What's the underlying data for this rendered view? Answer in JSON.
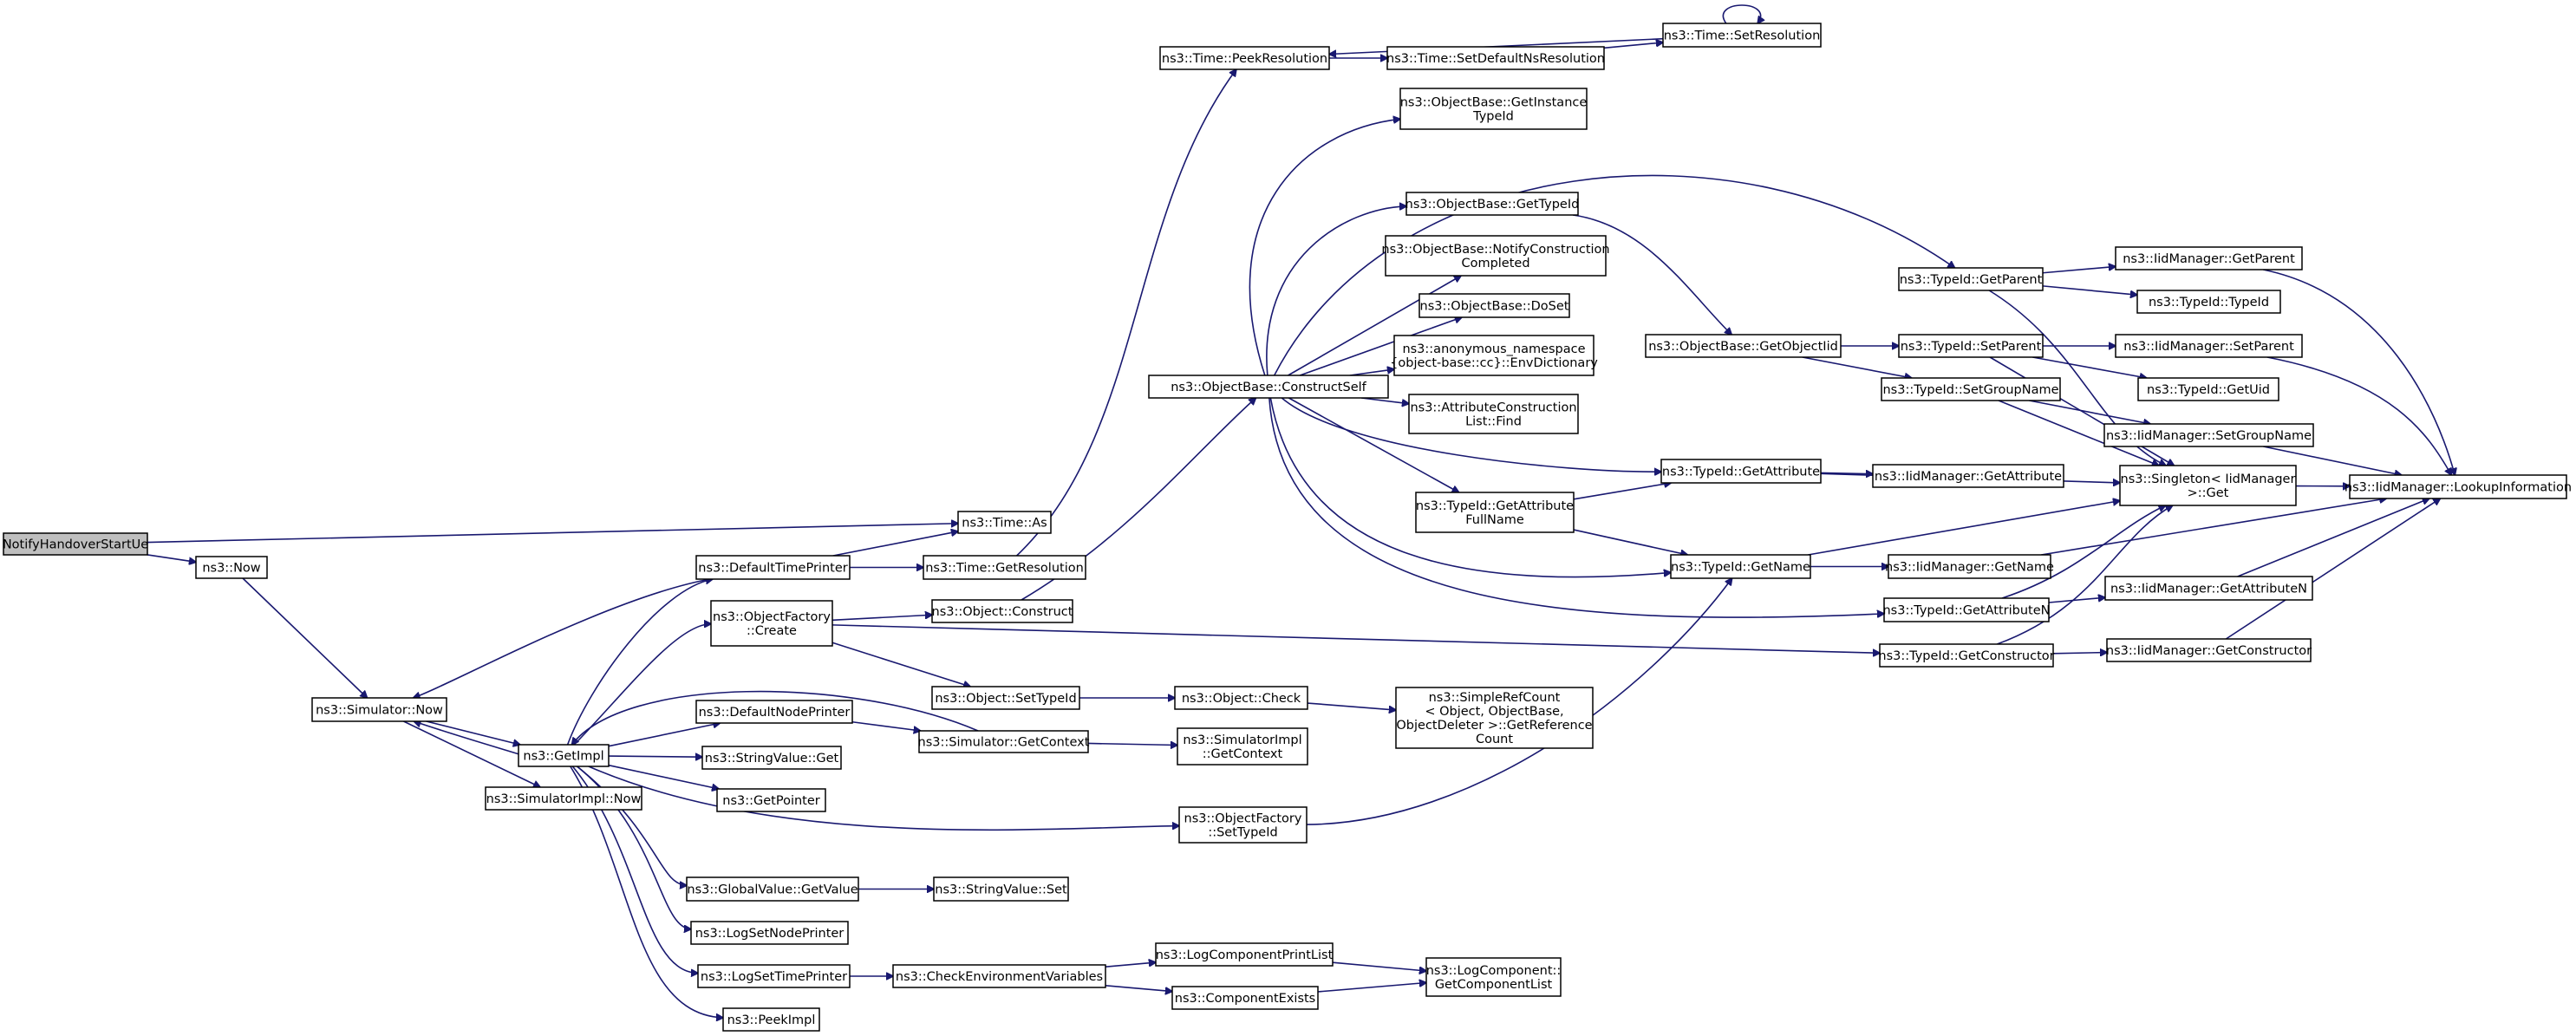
{
  "graph": {
    "title": "",
    "colors": {
      "edge": "#191970",
      "node_border": "#000000",
      "root_fill": "#bfbfbf",
      "node_fill": "#ffffff"
    },
    "nodes": [
      {
        "id": "root",
        "lines": [
          "NotifyHandoverStartUe"
        ],
        "root": true
      },
      {
        "id": "now",
        "lines": [
          "ns3::Now"
        ]
      },
      {
        "id": "timeAs",
        "lines": [
          "ns3::Time::As"
        ]
      },
      {
        "id": "simNow",
        "lines": [
          "ns3::Simulator::Now"
        ]
      },
      {
        "id": "getImpl",
        "lines": [
          "ns3::GetImpl"
        ]
      },
      {
        "id": "simImplNow",
        "lines": [
          "ns3::SimulatorImpl::Now"
        ]
      },
      {
        "id": "defTimePrinter",
        "lines": [
          "ns3::DefaultTimePrinter"
        ]
      },
      {
        "id": "timeGetRes",
        "lines": [
          "ns3::Time::GetResolution"
        ]
      },
      {
        "id": "peekRes",
        "lines": [
          "ns3::Time::PeekResolution"
        ]
      },
      {
        "id": "setDefNs",
        "lines": [
          "ns3::Time::SetDefaultNsResolution"
        ]
      },
      {
        "id": "setRes",
        "lines": [
          "ns3::Time::SetResolution"
        ]
      },
      {
        "id": "objFactCreate",
        "lines": [
          "ns3::ObjectFactory",
          "::Create"
        ]
      },
      {
        "id": "objConstruct",
        "lines": [
          "ns3::Object::Construct"
        ]
      },
      {
        "id": "objSetTypeId",
        "lines": [
          "ns3::Object::SetTypeId"
        ]
      },
      {
        "id": "objCheck",
        "lines": [
          "ns3::Object::Check"
        ]
      },
      {
        "id": "simpleRef",
        "lines": [
          "ns3::SimpleRefCount",
          "< Object, ObjectBase,",
          "ObjectDeleter >::GetReference",
          "Count"
        ]
      },
      {
        "id": "defNodePrinter",
        "lines": [
          "ns3::DefaultNodePrinter"
        ]
      },
      {
        "id": "simGetContext",
        "lines": [
          "ns3::Simulator::GetContext"
        ]
      },
      {
        "id": "simImplGetContext",
        "lines": [
          "ns3::SimulatorImpl",
          "::GetContext"
        ]
      },
      {
        "id": "strValGet",
        "lines": [
          "ns3::StringValue::Get"
        ]
      },
      {
        "id": "getPointer",
        "lines": [
          "ns3::GetPointer"
        ]
      },
      {
        "id": "objFactSetTypeId",
        "lines": [
          "ns3::ObjectFactory",
          "::SetTypeId"
        ]
      },
      {
        "id": "gvGetValue",
        "lines": [
          "ns3::GlobalValue::GetValue"
        ]
      },
      {
        "id": "strValSet",
        "lines": [
          "ns3::StringValue::Set"
        ]
      },
      {
        "id": "logSetNode",
        "lines": [
          "ns3::LogSetNodePrinter"
        ]
      },
      {
        "id": "logSetTime",
        "lines": [
          "ns3::LogSetTimePrinter"
        ]
      },
      {
        "id": "checkEnv",
        "lines": [
          "ns3::CheckEnvironmentVariables"
        ]
      },
      {
        "id": "logCompPrint",
        "lines": [
          "ns3::LogComponentPrintList"
        ]
      },
      {
        "id": "compExists",
        "lines": [
          "ns3::ComponentExists"
        ]
      },
      {
        "id": "logCompGetList",
        "lines": [
          "ns3::LogComponent::",
          "GetComponentList"
        ]
      },
      {
        "id": "peekImpl",
        "lines": [
          "ns3::PeekImpl"
        ]
      },
      {
        "id": "constructSelf",
        "lines": [
          "ns3::ObjectBase::ConstructSelf"
        ]
      },
      {
        "id": "getInstTid",
        "lines": [
          "ns3::ObjectBase::GetInstance",
          "TypeId"
        ]
      },
      {
        "id": "obGetTypeId",
        "lines": [
          "ns3::ObjectBase::GetTypeId"
        ]
      },
      {
        "id": "notifyConst",
        "lines": [
          "ns3::ObjectBase::NotifyConstruction",
          "Completed"
        ]
      },
      {
        "id": "doSet",
        "lines": [
          "ns3::ObjectBase::DoSet"
        ]
      },
      {
        "id": "envDict",
        "lines": [
          "ns3::anonymous_namespace",
          "{object-base::cc}::EnvDictionary"
        ]
      },
      {
        "id": "attrConstFind",
        "lines": [
          "ns3::AttributeConstruction",
          "List::Find"
        ]
      },
      {
        "id": "getAttrFullName",
        "lines": [
          "ns3::TypeId::GetAttribute",
          "FullName"
        ]
      },
      {
        "id": "obGetObjectIid",
        "lines": [
          "ns3::ObjectBase::GetObjectIid"
        ]
      },
      {
        "id": "tidGetParent",
        "lines": [
          "ns3::TypeId::GetParent"
        ]
      },
      {
        "id": "tidSetParent",
        "lines": [
          "ns3::TypeId::SetParent"
        ]
      },
      {
        "id": "tidSetGroupName",
        "lines": [
          "ns3::TypeId::SetGroupName"
        ]
      },
      {
        "id": "tidGetAttribute",
        "lines": [
          "ns3::TypeId::GetAttribute"
        ]
      },
      {
        "id": "tidGetName",
        "lines": [
          "ns3::TypeId::GetName"
        ]
      },
      {
        "id": "tidGetAttributeN",
        "lines": [
          "ns3::TypeId::GetAttributeN"
        ]
      },
      {
        "id": "tidGetConstructor",
        "lines": [
          "ns3::TypeId::GetConstructor"
        ]
      },
      {
        "id": "iidGetParent",
        "lines": [
          "ns3::IidManager::GetParent"
        ]
      },
      {
        "id": "tidTypeId",
        "lines": [
          "ns3::TypeId::TypeId"
        ]
      },
      {
        "id": "iidSetParent",
        "lines": [
          "ns3::IidManager::SetParent"
        ]
      },
      {
        "id": "tidGetUid",
        "lines": [
          "ns3::TypeId::GetUid"
        ]
      },
      {
        "id": "iidSetGroupName",
        "lines": [
          "ns3::IidManager::SetGroupName"
        ]
      },
      {
        "id": "singletonGet",
        "lines": [
          "ns3::Singleton< IidManager",
          ">::Get"
        ]
      },
      {
        "id": "iidGetAttribute",
        "lines": [
          "ns3::IidManager::GetAttribute"
        ]
      },
      {
        "id": "iidGetName",
        "lines": [
          "ns3::IidManager::GetName"
        ]
      },
      {
        "id": "iidGetAttributeN",
        "lines": [
          "ns3::IidManager::GetAttributeN"
        ]
      },
      {
        "id": "iidGetConstructor",
        "lines": [
          "ns3::IidManager::GetConstructor"
        ]
      },
      {
        "id": "iidLookup",
        "lines": [
          "ns3::IidManager::LookupInformation"
        ]
      }
    ],
    "edges": [
      [
        "root",
        "now"
      ],
      [
        "root",
        "timeAs"
      ],
      [
        "now",
        "simNow"
      ],
      [
        "simNow",
        "getImpl"
      ],
      [
        "simNow",
        "simImplNow"
      ],
      [
        "getImpl",
        "simNow"
      ],
      [
        "getImpl",
        "defTimePrinter"
      ],
      [
        "getImpl",
        "objFactCreate"
      ],
      [
        "getImpl",
        "defNodePrinter"
      ],
      [
        "getImpl",
        "strValGet"
      ],
      [
        "getImpl",
        "getPointer"
      ],
      [
        "getImpl",
        "objFactSetTypeId"
      ],
      [
        "getImpl",
        "gvGetValue"
      ],
      [
        "getImpl",
        "logSetNode"
      ],
      [
        "getImpl",
        "logSetTime"
      ],
      [
        "getImpl",
        "peekImpl"
      ],
      [
        "defTimePrinter",
        "simNow"
      ],
      [
        "defTimePrinter",
        "timeAs"
      ],
      [
        "defTimePrinter",
        "timeGetRes"
      ],
      [
        "timeGetRes",
        "peekRes"
      ],
      [
        "peekRes",
        "setDefNs"
      ],
      [
        "setDefNs",
        "setRes"
      ],
      [
        "setRes",
        "peekRes"
      ],
      [
        "setRes",
        "setRes"
      ],
      [
        "objFactCreate",
        "objConstruct"
      ],
      [
        "objFactCreate",
        "objSetTypeId"
      ],
      [
        "objFactCreate",
        "tidGetConstructor"
      ],
      [
        "objConstruct",
        "constructSelf"
      ],
      [
        "objSetTypeId",
        "objCheck"
      ],
      [
        "objCheck",
        "simpleRef"
      ],
      [
        "defNodePrinter",
        "simGetContext"
      ],
      [
        "simGetContext",
        "getImpl"
      ],
      [
        "simGetContext",
        "simImplGetContext"
      ],
      [
        "objFactSetTypeId",
        "tidGetName"
      ],
      [
        "gvGetValue",
        "strValSet"
      ],
      [
        "logSetTime",
        "checkEnv"
      ],
      [
        "checkEnv",
        "logCompPrint"
      ],
      [
        "checkEnv",
        "compExists"
      ],
      [
        "logCompPrint",
        "logCompGetList"
      ],
      [
        "compExists",
        "logCompGetList"
      ],
      [
        "constructSelf",
        "getInstTid"
      ],
      [
        "constructSelf",
        "obGetTypeId"
      ],
      [
        "constructSelf",
        "notifyConst"
      ],
      [
        "constructSelf",
        "doSet"
      ],
      [
        "constructSelf",
        "envDict"
      ],
      [
        "constructSelf",
        "attrConstFind"
      ],
      [
        "constructSelf",
        "getAttrFullName"
      ],
      [
        "constructSelf",
        "tidGetParent"
      ],
      [
        "constructSelf",
        "tidGetAttribute"
      ],
      [
        "constructSelf",
        "tidGetName"
      ],
      [
        "constructSelf",
        "tidGetAttributeN"
      ],
      [
        "obGetTypeId",
        "obGetObjectIid"
      ],
      [
        "obGetObjectIid",
        "tidSetParent"
      ],
      [
        "obGetObjectIid",
        "tidSetGroupName"
      ],
      [
        "getAttrFullName",
        "tidGetAttribute"
      ],
      [
        "getAttrFullName",
        "tidGetName"
      ],
      [
        "tidGetParent",
        "iidGetParent"
      ],
      [
        "tidGetParent",
        "tidTypeId"
      ],
      [
        "tidGetParent",
        "singletonGet"
      ],
      [
        "tidSetParent",
        "iidSetParent"
      ],
      [
        "tidSetParent",
        "tidGetUid"
      ],
      [
        "tidSetParent",
        "singletonGet"
      ],
      [
        "tidSetGroupName",
        "iidSetGroupName"
      ],
      [
        "tidSetGroupName",
        "singletonGet"
      ],
      [
        "tidGetAttribute",
        "iidGetAttribute"
      ],
      [
        "tidGetAttribute",
        "singletonGet"
      ],
      [
        "tidGetName",
        "iidGetName"
      ],
      [
        "tidGetName",
        "singletonGet"
      ],
      [
        "tidGetAttributeN",
        "iidGetAttributeN"
      ],
      [
        "tidGetAttributeN",
        "singletonGet"
      ],
      [
        "tidGetConstructor",
        "iidGetConstructor"
      ],
      [
        "tidGetConstructor",
        "singletonGet"
      ],
      [
        "iidGetParent",
        "iidLookup"
      ],
      [
        "iidSetParent",
        "iidLookup"
      ],
      [
        "iidSetGroupName",
        "iidLookup"
      ],
      [
        "iidGetName",
        "iidLookup"
      ],
      [
        "iidGetAttributeN",
        "iidLookup"
      ],
      [
        "iidGetConstructor",
        "iidLookup"
      ],
      [
        "singletonGet",
        "iidLookup"
      ]
    ]
  }
}
